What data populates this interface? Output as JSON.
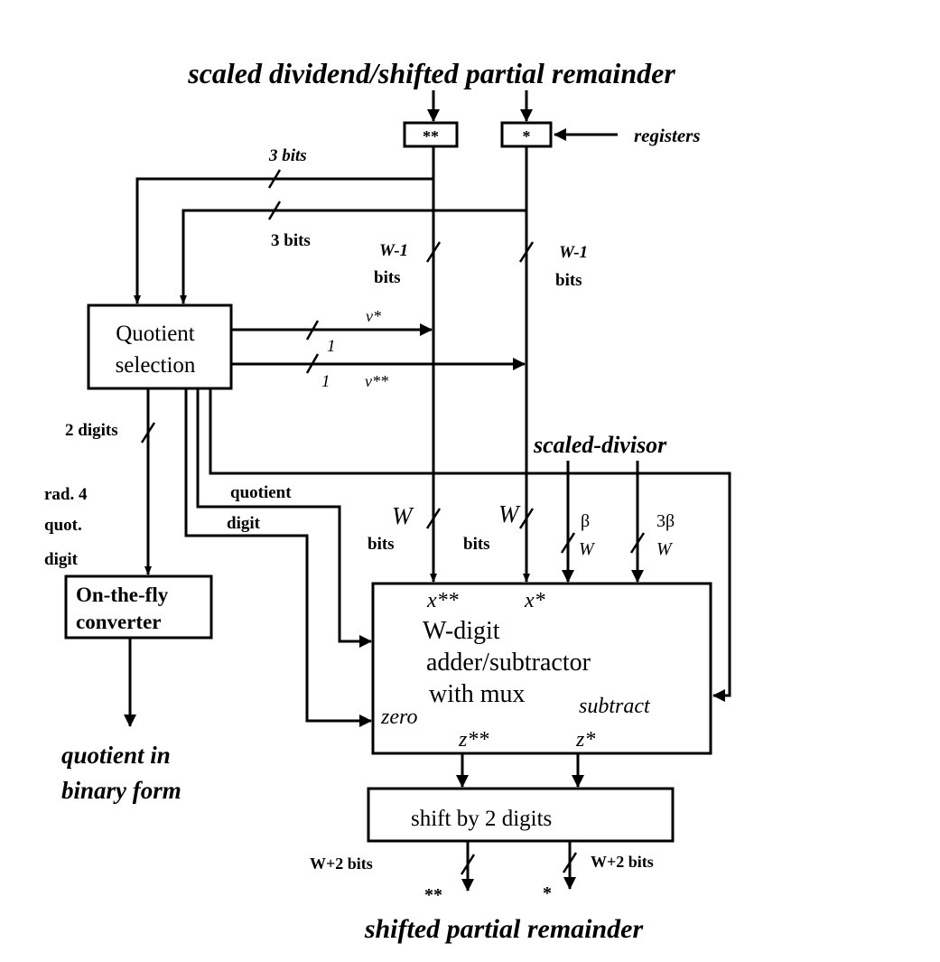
{
  "diagram": {
    "title_top": "scaled dividend/shifted partial remainder",
    "title_bottom": "shifted partial remainder",
    "registers": {
      "label": "registers",
      "reg_double": "**",
      "reg_single": "*"
    },
    "wires": {
      "three_bits_upper": "3 bits",
      "three_bits_lower": "3 bits",
      "w_minus_1_left": "W-1",
      "w_minus_1_left_unit": "bits",
      "w_minus_1_right": "W-1",
      "w_minus_1_right_unit": "bits",
      "v_star": "v*",
      "v_double_star": "v**",
      "one_upper": "1",
      "one_lower": "1",
      "two_digits": "2 digits",
      "rad4_line1": "rad. 4",
      "rad4_line2": "quot.",
      "rad4_line3": "digit",
      "quotient_digit_line1": "quotient",
      "quotient_digit_line2": "digit",
      "w_left": "W",
      "w_left_unit": "bits",
      "w_right": "W",
      "w_right_unit": "bits",
      "beta": "β",
      "beta_w": "W",
      "three_beta": "3β",
      "three_beta_w": "W",
      "scaled_divisor": "scaled-divisor",
      "w_plus_2_left": "W+2 bits",
      "w_plus_2_right": "W+2 bits",
      "out_double": "**",
      "out_single": "*"
    },
    "blocks": {
      "quotient_selection": [
        "Quotient",
        "selection"
      ],
      "on_the_fly": [
        "On-the-fly",
        "converter"
      ],
      "adder": {
        "x_double": "x**",
        "x_single": "x*",
        "line1": "W-digit",
        "line2": "adder/subtractor",
        "line3": "with mux",
        "zero": "zero",
        "subtract": "subtract",
        "z_double": "z**",
        "z_single": "z*"
      },
      "shift": "shift by 2 digits"
    },
    "quotient_out": [
      "quotient in",
      "binary form"
    ]
  }
}
